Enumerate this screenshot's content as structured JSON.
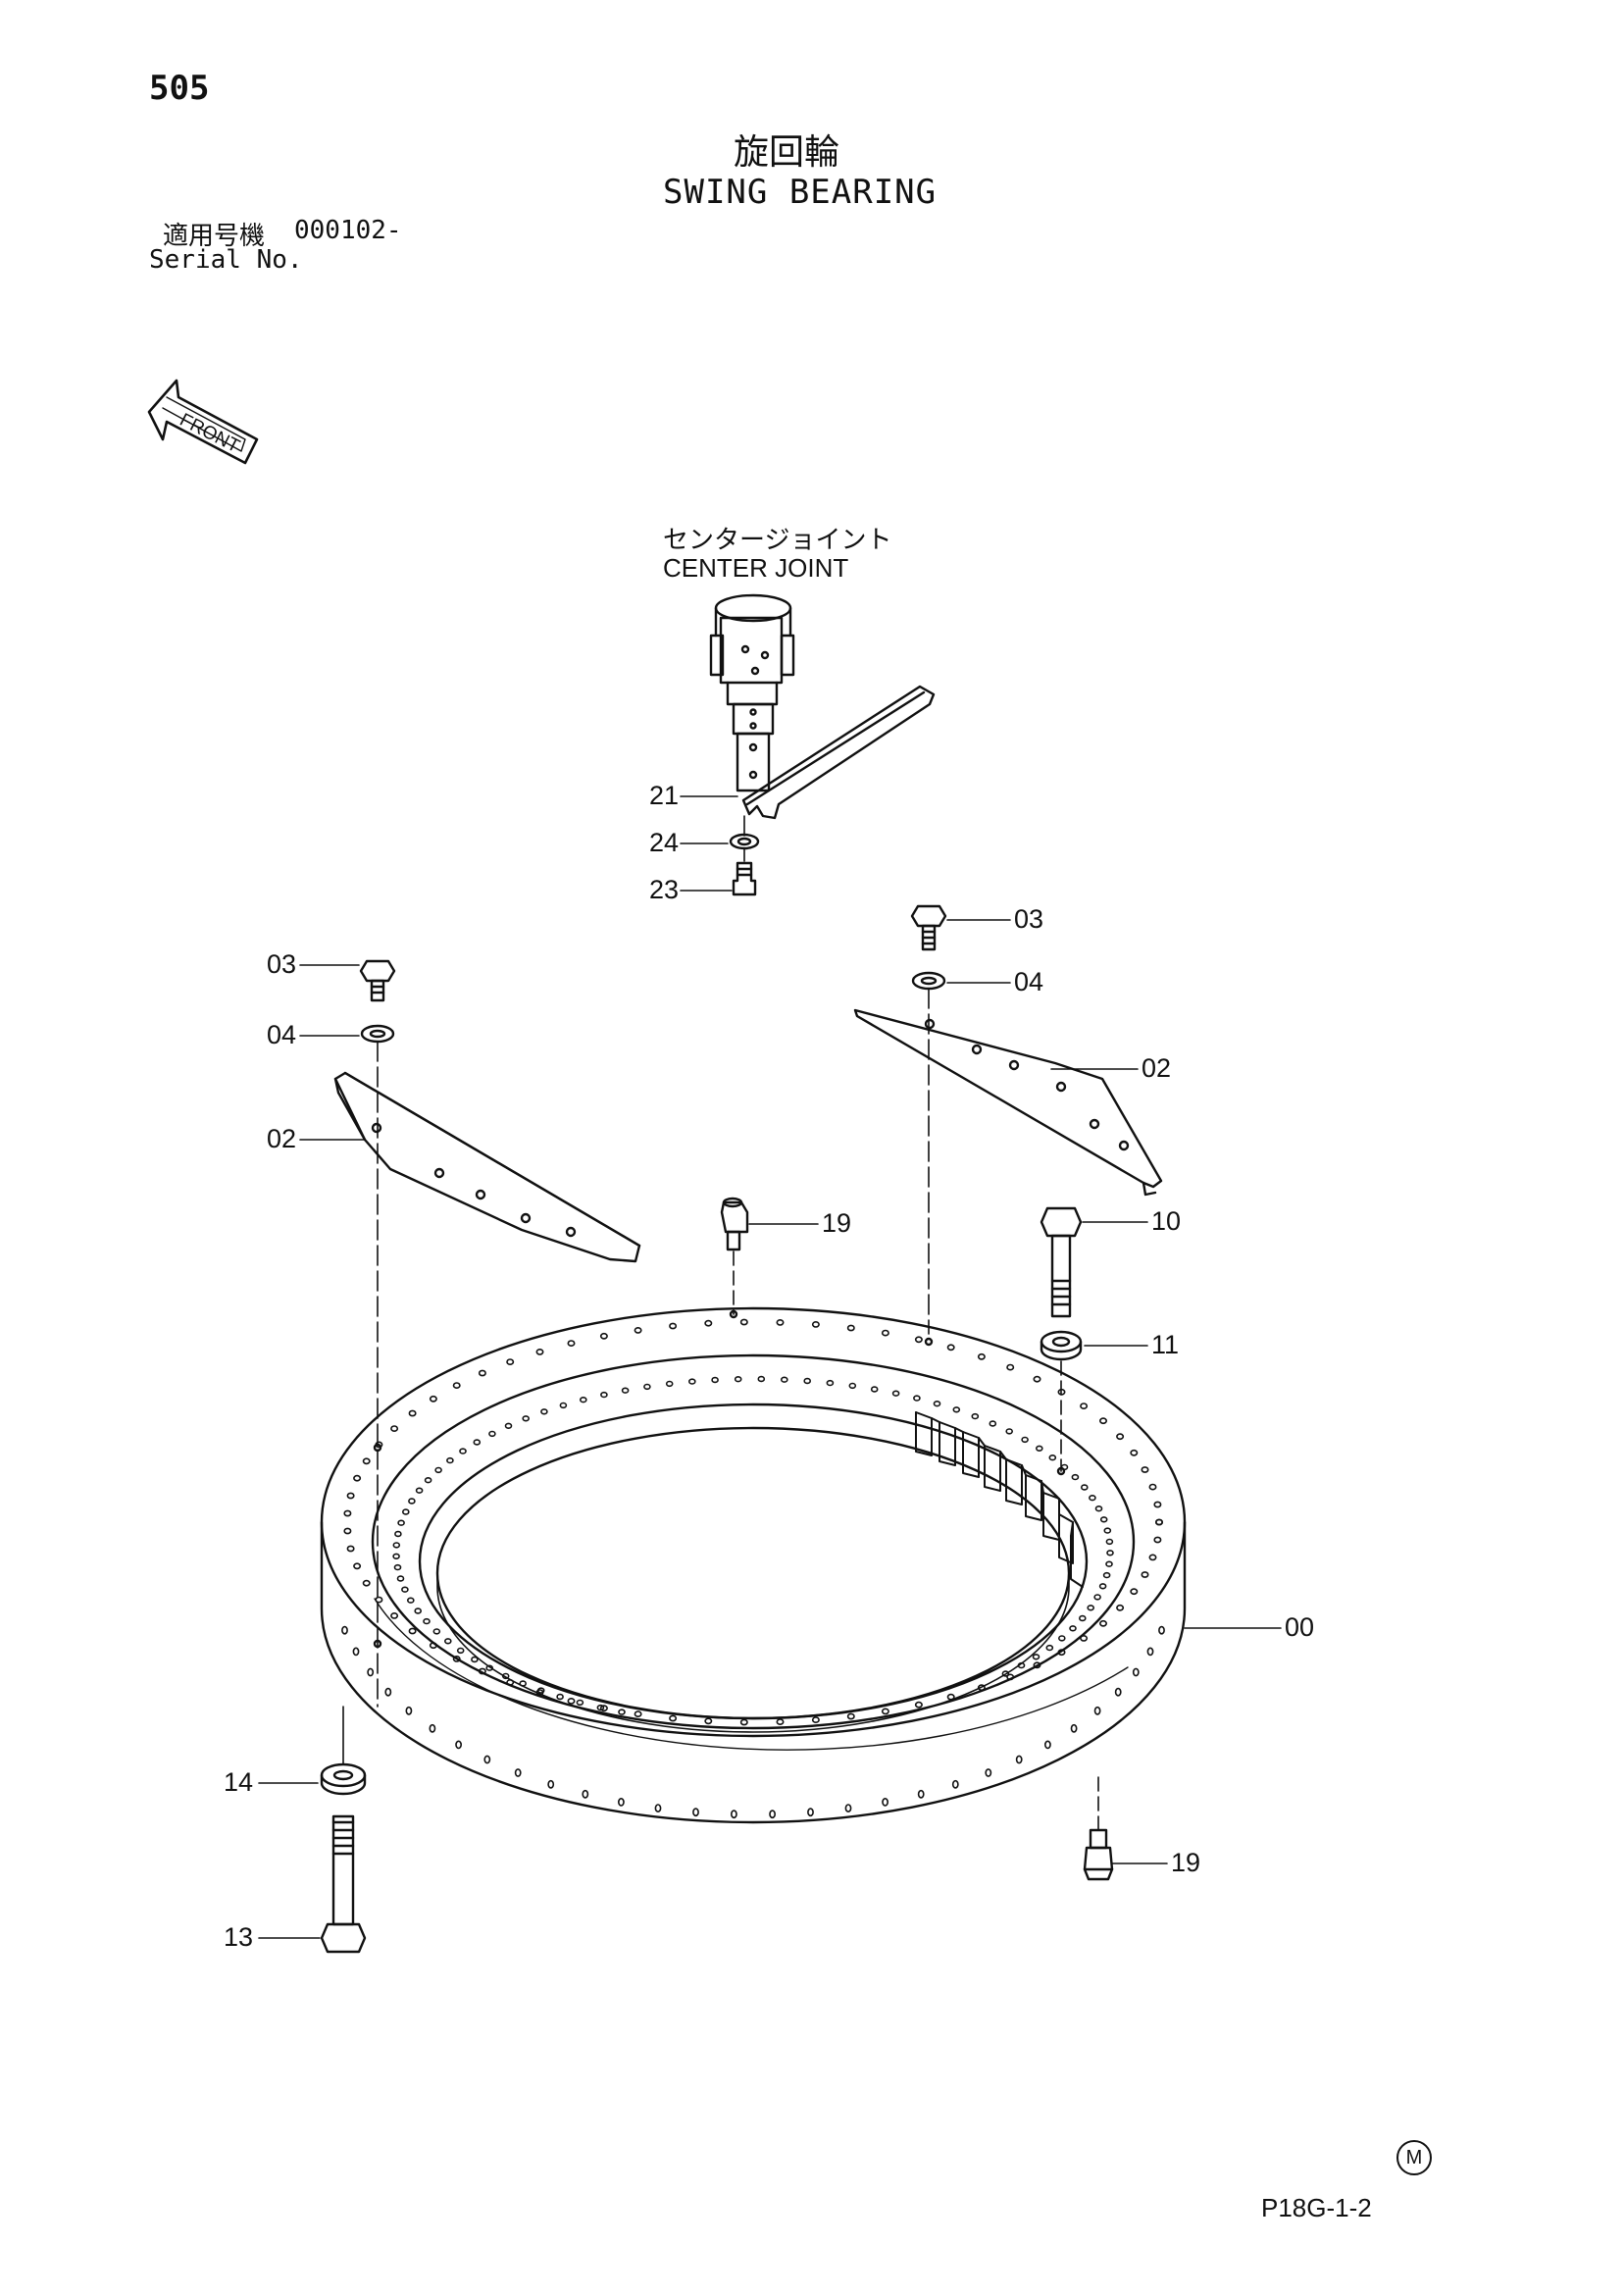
{
  "header": {
    "page_number": "505",
    "title_jp": "旋回輪",
    "title_en": "SWING BEARING",
    "serial_label_jp": "適用号機",
    "serial_value": "000102-",
    "serial_label_en": "Serial No."
  },
  "front_arrow": {
    "label": "FRONT"
  },
  "center_joint": {
    "label_jp": "センタージョイント",
    "label_en": "CENTER JOINT"
  },
  "callouts": {
    "c21": "21",
    "c24": "24",
    "c23": "23",
    "c03_left": "03",
    "c04_left": "04",
    "c02_left": "02",
    "c03_right": "03",
    "c04_right": "04",
    "c02_right": "02",
    "c19_top": "19",
    "c10": "10",
    "c11": "11",
    "c00": "00",
    "c14": "14",
    "c13": "13",
    "c19_bottom": "19"
  },
  "footer": {
    "mark": "M",
    "drawing_code": "P18G-1-2"
  }
}
